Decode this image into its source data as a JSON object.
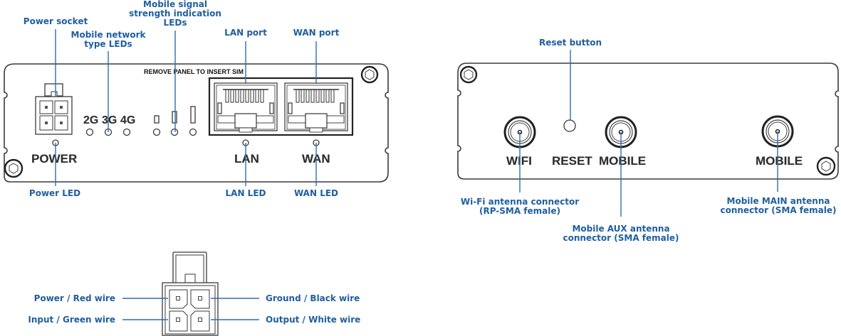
{
  "front_panel": {
    "silkscreen": {
      "sim_notice": "REMOVE PANEL TO INSERT SIM",
      "network_type_labels": [
        "2G",
        "3G",
        "4G"
      ],
      "power": "POWER",
      "lan": "LAN",
      "wan": "WAN"
    },
    "callouts": {
      "power_socket": "Power socket",
      "network_type_leds": [
        "Mobile network",
        "type LEDs"
      ],
      "signal_leds": [
        "Mobile signal",
        "strength indication",
        "LEDs"
      ],
      "lan_port": "LAN port",
      "wan_port": "WAN port",
      "power_led": "Power LED",
      "lan_led": "LAN LED",
      "wan_led": "WAN LED"
    }
  },
  "back_panel": {
    "silkscreen": {
      "wifi": "WIFI",
      "reset": "RESET",
      "mobile_aux": "MOBILE",
      "mobile_main": "MOBILE"
    },
    "callouts": {
      "reset_button": "Reset button",
      "wifi_connector": [
        "Wi-Fi antenna connector",
        "(RP-SMA female)"
      ],
      "mobile_aux_connector": [
        "Mobile AUX antenna",
        "connector (SMA female)"
      ],
      "mobile_main_connector": [
        "Mobile MAIN antenna",
        "connector (SMA female)"
      ]
    }
  },
  "power_connector_pinout": {
    "pins": [
      {
        "position": "top-left",
        "label": "Power / Red wire"
      },
      {
        "position": "top-right",
        "label": "Ground / Black wire"
      },
      {
        "position": "bottom-left",
        "label": "Input / Green wire"
      },
      {
        "position": "bottom-right",
        "label": "Output / White wire"
      }
    ]
  },
  "colors": {
    "callout_text": "#1f5fa0",
    "leader_line": "#2f6ea8",
    "outline": "#3a3a3a"
  }
}
